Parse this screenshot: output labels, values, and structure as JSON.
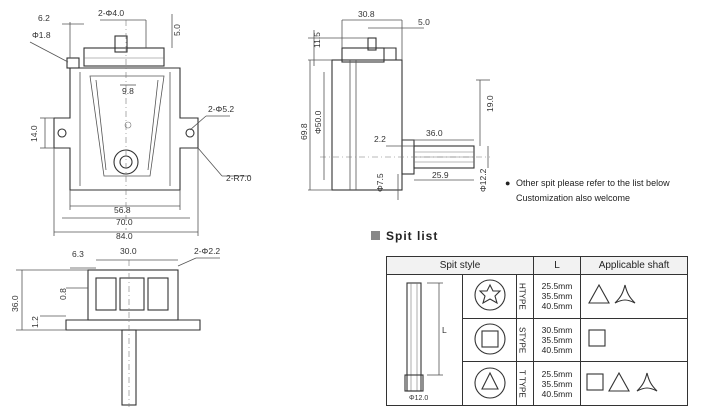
{
  "front_view": {
    "dims": {
      "d_6_2": "6.2",
      "d_2phi4": "2-Φ4.0",
      "d_5_0": "5.0",
      "d_phi1_8": "Φ1.8",
      "d_9_8": "9.8",
      "d_2phi5_2": "2-Φ5.2",
      "d_14_0": "14.0",
      "d_2R7": "2-R7.0",
      "d_56_8": "56.8",
      "d_70": "70.0",
      "d_84": "84.0"
    }
  },
  "side_view": {
    "dims": {
      "d_30_8": "30.8",
      "d_5_0": "5.0",
      "d_11_5": "11.5",
      "d_69_8": "69.8",
      "d_phi50": "Φ50.0",
      "d_19": "19.0",
      "d_36": "36.0",
      "d_2_2": "2.2",
      "d_phi7_5": "Φ7.5",
      "d_25_9": "25.9",
      "d_phi12_2": "Φ12.2"
    }
  },
  "bottom_view": {
    "dims": {
      "d_6_3": "6.3",
      "d_30": "30.0",
      "d_2phi2_2": "2-Φ2.2",
      "d_0_8": "0.8",
      "d_36": "36.0",
      "d_1_2": "1.2"
    }
  },
  "notes": {
    "bullet": "●",
    "line1": "Other spit please refer to the list below",
    "line2": "Customization also welcome"
  },
  "spit_list": {
    "title": "Spit list",
    "headers": {
      "style": "Spit style",
      "l": "L",
      "shaft": "Applicable shaft"
    },
    "drawing_label_l": "L",
    "drawing_label_d": "Φ12.0",
    "rows": [
      {
        "type": "HTYPE",
        "l1": "25.5mm",
        "l2": "35.5mm",
        "l3": "40.5mm"
      },
      {
        "type": "STYPE",
        "l1": "30.5mm",
        "l2": "35.5mm",
        "l3": "40.5mm"
      },
      {
        "type": "T TYPE",
        "l1": "25.5mm",
        "l2": "35.5mm",
        "l3": "40.5mm"
      }
    ]
  }
}
